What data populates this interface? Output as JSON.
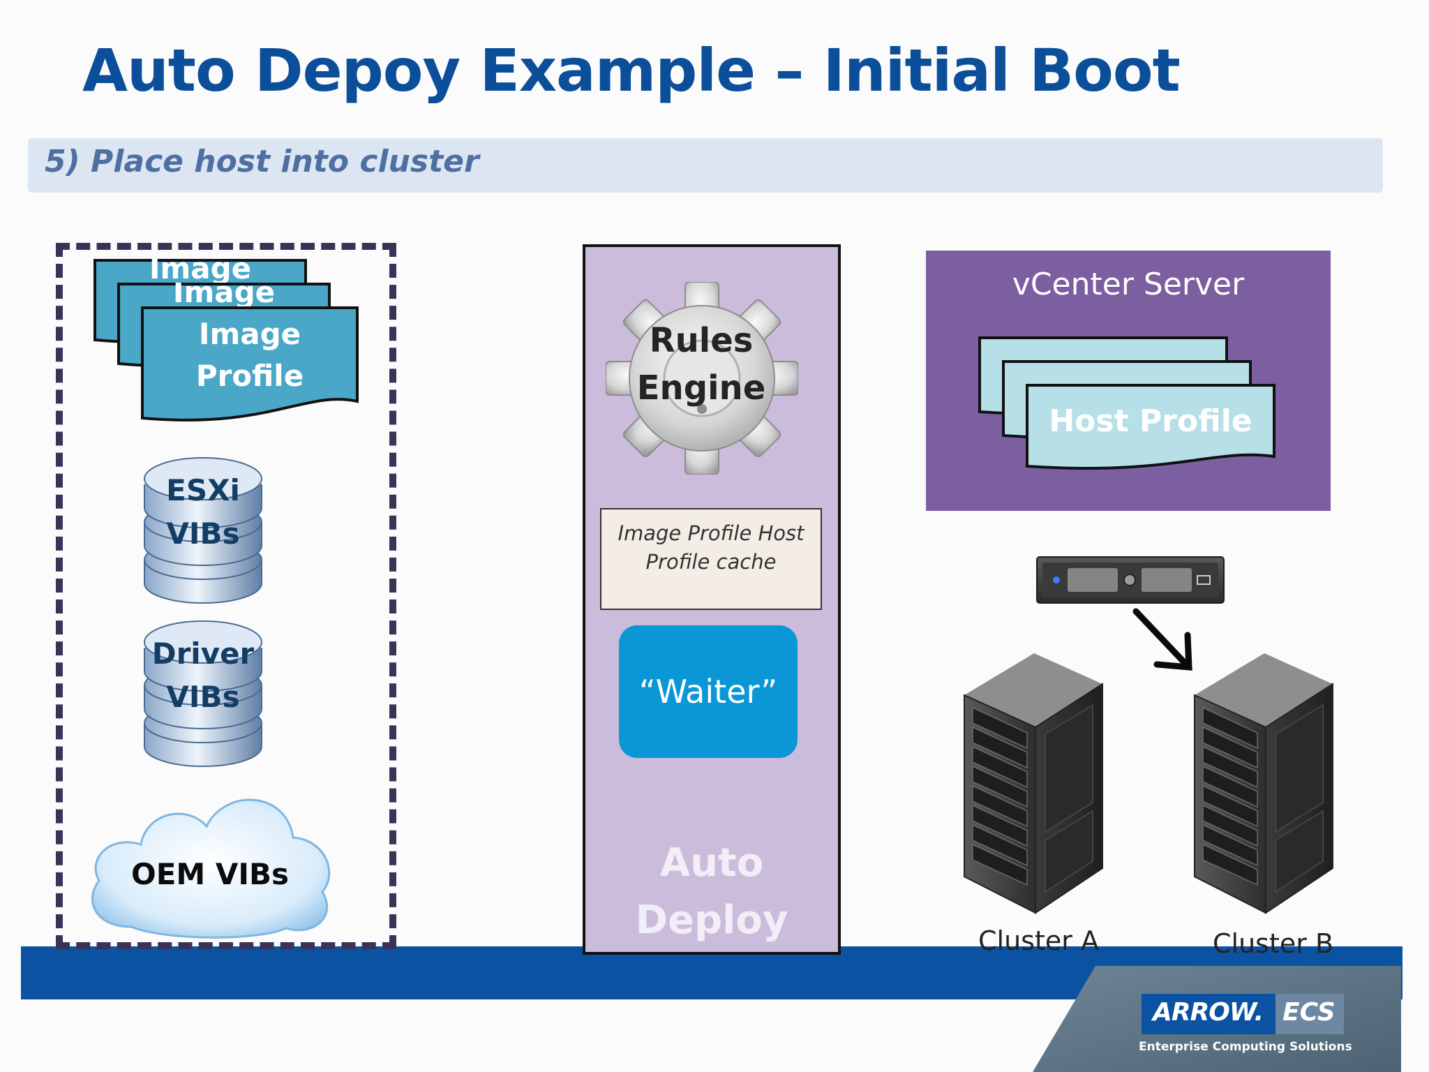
{
  "title": "Auto Depoy Example – Initial Boot",
  "subtitle": "5) Place host into cluster",
  "left_panel": {
    "image_profile": {
      "line1": "Image",
      "line2": "Profile",
      "back_card_text": "Image"
    },
    "esxi_vibs": {
      "line1": "ESXi",
      "line2": "VIBs"
    },
    "driver_vibs": {
      "line1": "Driver",
      "line2": "VIBs"
    },
    "oem_vibs": "OEM VIBs"
  },
  "auto_deploy": {
    "rules_engine": {
      "line1": "Rules",
      "line2": "Engine"
    },
    "cache": {
      "line1": "Image Profile Host",
      "line2": "Profile cache"
    },
    "waiter": "“Waiter”",
    "label": {
      "line1": "Auto",
      "line2": "Deploy"
    }
  },
  "vcenter": {
    "title": "vCenter Server",
    "host_profile": "Host Profile"
  },
  "clusters": {
    "a": "Cluster A",
    "b": "Cluster B"
  },
  "branding": {
    "logo_main": "ARROW.",
    "logo_ecs": "ECS",
    "tagline": "Enterprise Computing Solutions"
  },
  "colors": {
    "title": "#0b4e9a",
    "subtitle_bar": "#dce6f2",
    "footer_band": "#0b52a2",
    "image_profile": "#4aa7c8",
    "host_profile": "#b6dfe8",
    "auto_deploy_panel": "#cbbcdc",
    "vcenter": "#7c5fa1",
    "waiter": "#0b97d6"
  }
}
